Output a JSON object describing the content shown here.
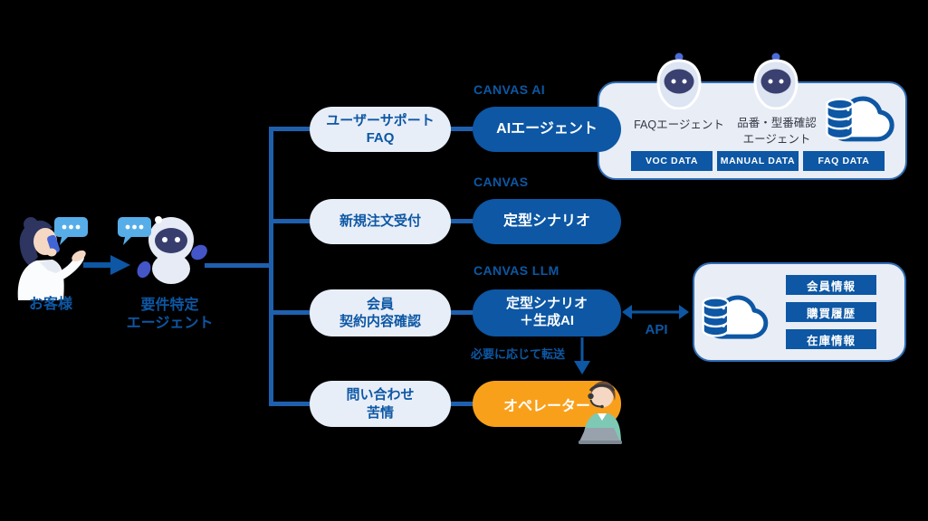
{
  "colors": {
    "primary_blue": "#0d57a4",
    "line_blue": "#1e60ae",
    "light_box_fill": "#e8eef8",
    "panel_fill": "#e9edf5",
    "panel_border": "#2e6cb4",
    "accent_orange": "#f9a01b",
    "speech_bubble_blue": "#57ade8"
  },
  "flow": {
    "customer_label": "お客様",
    "intake_agent_label": "要件特定\nエージェント",
    "transfer_note": "必要に応じて転送",
    "api_label": "API"
  },
  "branches": [
    {
      "request": "ユーザーサポート\nFAQ",
      "system": "CANVAS AI",
      "handler": "AIエージェント"
    },
    {
      "request": "新規注文受付",
      "system": "CANVAS",
      "handler": "定型シナリオ"
    },
    {
      "request": "会員\n契約内容確認",
      "system": "CANVAS LLM",
      "handler": "定型シナリオ\n＋生成AI"
    },
    {
      "request": "問い合わせ\n苦情",
      "system": "",
      "handler": "オペレーター"
    }
  ],
  "knowledge_box": {
    "agents": [
      "FAQエージェント",
      "品番・型番確認\nエージェント"
    ],
    "data_chips": [
      "VOC DATA",
      "MANUAL DATA",
      "FAQ DATA"
    ]
  },
  "backend_box": {
    "chips": [
      "会員情報",
      "購買履歴",
      "在庫情報"
    ]
  }
}
